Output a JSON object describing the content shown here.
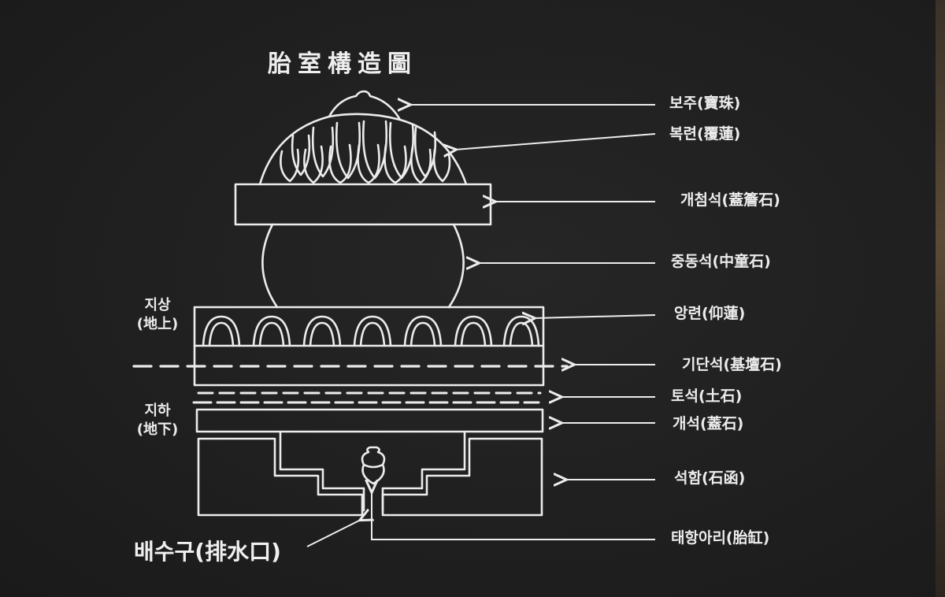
{
  "title": "胎室構造圖",
  "labels": {
    "boju": "보주(寶珠)",
    "bokryeon": "복련(覆蓮)",
    "gaecheomseok": "개첨석(蓋簷石)",
    "jungdongseok": "중동석(中童石)",
    "angryeon": "앙련(仰蓮)",
    "gidanseok": "기단석(基壇石)",
    "toseok": "토석(土石)",
    "gaeseok": "개석(蓋石)",
    "seokham": "석함(石函)",
    "taehangari": "태항아리(胎缸)"
  },
  "side": {
    "above_ground_1": "지상",
    "above_ground_2": "(地上)",
    "below_ground_1": "지하",
    "below_ground_2": "(地下)"
  },
  "drain": "배수구(排水口)",
  "colors": {
    "board": "#1f1f1f",
    "line": "#ececec"
  }
}
